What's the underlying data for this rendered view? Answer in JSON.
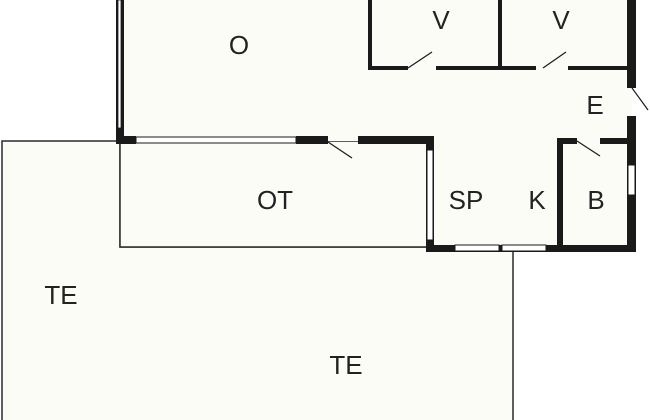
{
  "plan": {
    "colors": {
      "background": "#ffffff",
      "floor": "#fcfcf7",
      "wall": "#1a1a1a",
      "thin_line": "#2a2a2a",
      "window": "#ffffff",
      "text": "#222222"
    },
    "rooms": {
      "living_room": "O",
      "bedroom_left": "V",
      "bedroom_right": "V",
      "entrance": "E",
      "covered_terrace": "OT",
      "dining_area": "SP",
      "kitchen": "K",
      "bathroom": "B",
      "terrace_left": "TE",
      "terrace_center": "TE"
    }
  }
}
